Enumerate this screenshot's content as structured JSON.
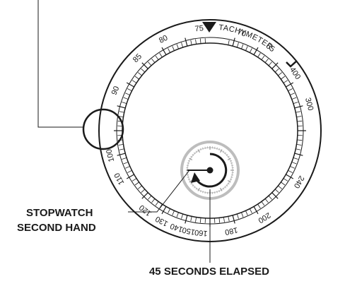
{
  "bezel": {
    "title": "TACHYMETER",
    "scale": [
      {
        "label": "65",
        "angle": -54
      },
      {
        "label": "70",
        "angle": -72
      },
      {
        "label": "75",
        "angle": -96
      },
      {
        "label": "80",
        "angle": -117
      },
      {
        "label": "85",
        "angle": -135
      },
      {
        "label": "90",
        "angle": -157
      },
      {
        "label": "100",
        "angle": 166
      },
      {
        "label": "110",
        "angle": 152
      },
      {
        "label": "120",
        "angle": 129
      },
      {
        "label": "130",
        "angle": 118
      },
      {
        "label": "140",
        "angle": 109
      },
      {
        "label": "150",
        "angle": 102
      },
      {
        "label": "160",
        "angle": 95
      },
      {
        "label": "180",
        "angle": 78
      },
      {
        "label": "200",
        "angle": 58
      },
      {
        "label": "240",
        "angle": 30
      },
      {
        "label": "300",
        "angle": -15
      },
      {
        "label": "400",
        "angle": -34
      }
    ]
  },
  "callouts": {
    "stopwatch_line1": "STOPWATCH",
    "stopwatch_line2": "SECOND HAND",
    "elapsed": "45 SECONDS ELAPSED"
  },
  "stopwatch": {
    "elapsed_seconds": 45
  },
  "colors": {
    "ink": "#1a1a1a",
    "subdial": "#bdbdbd"
  }
}
